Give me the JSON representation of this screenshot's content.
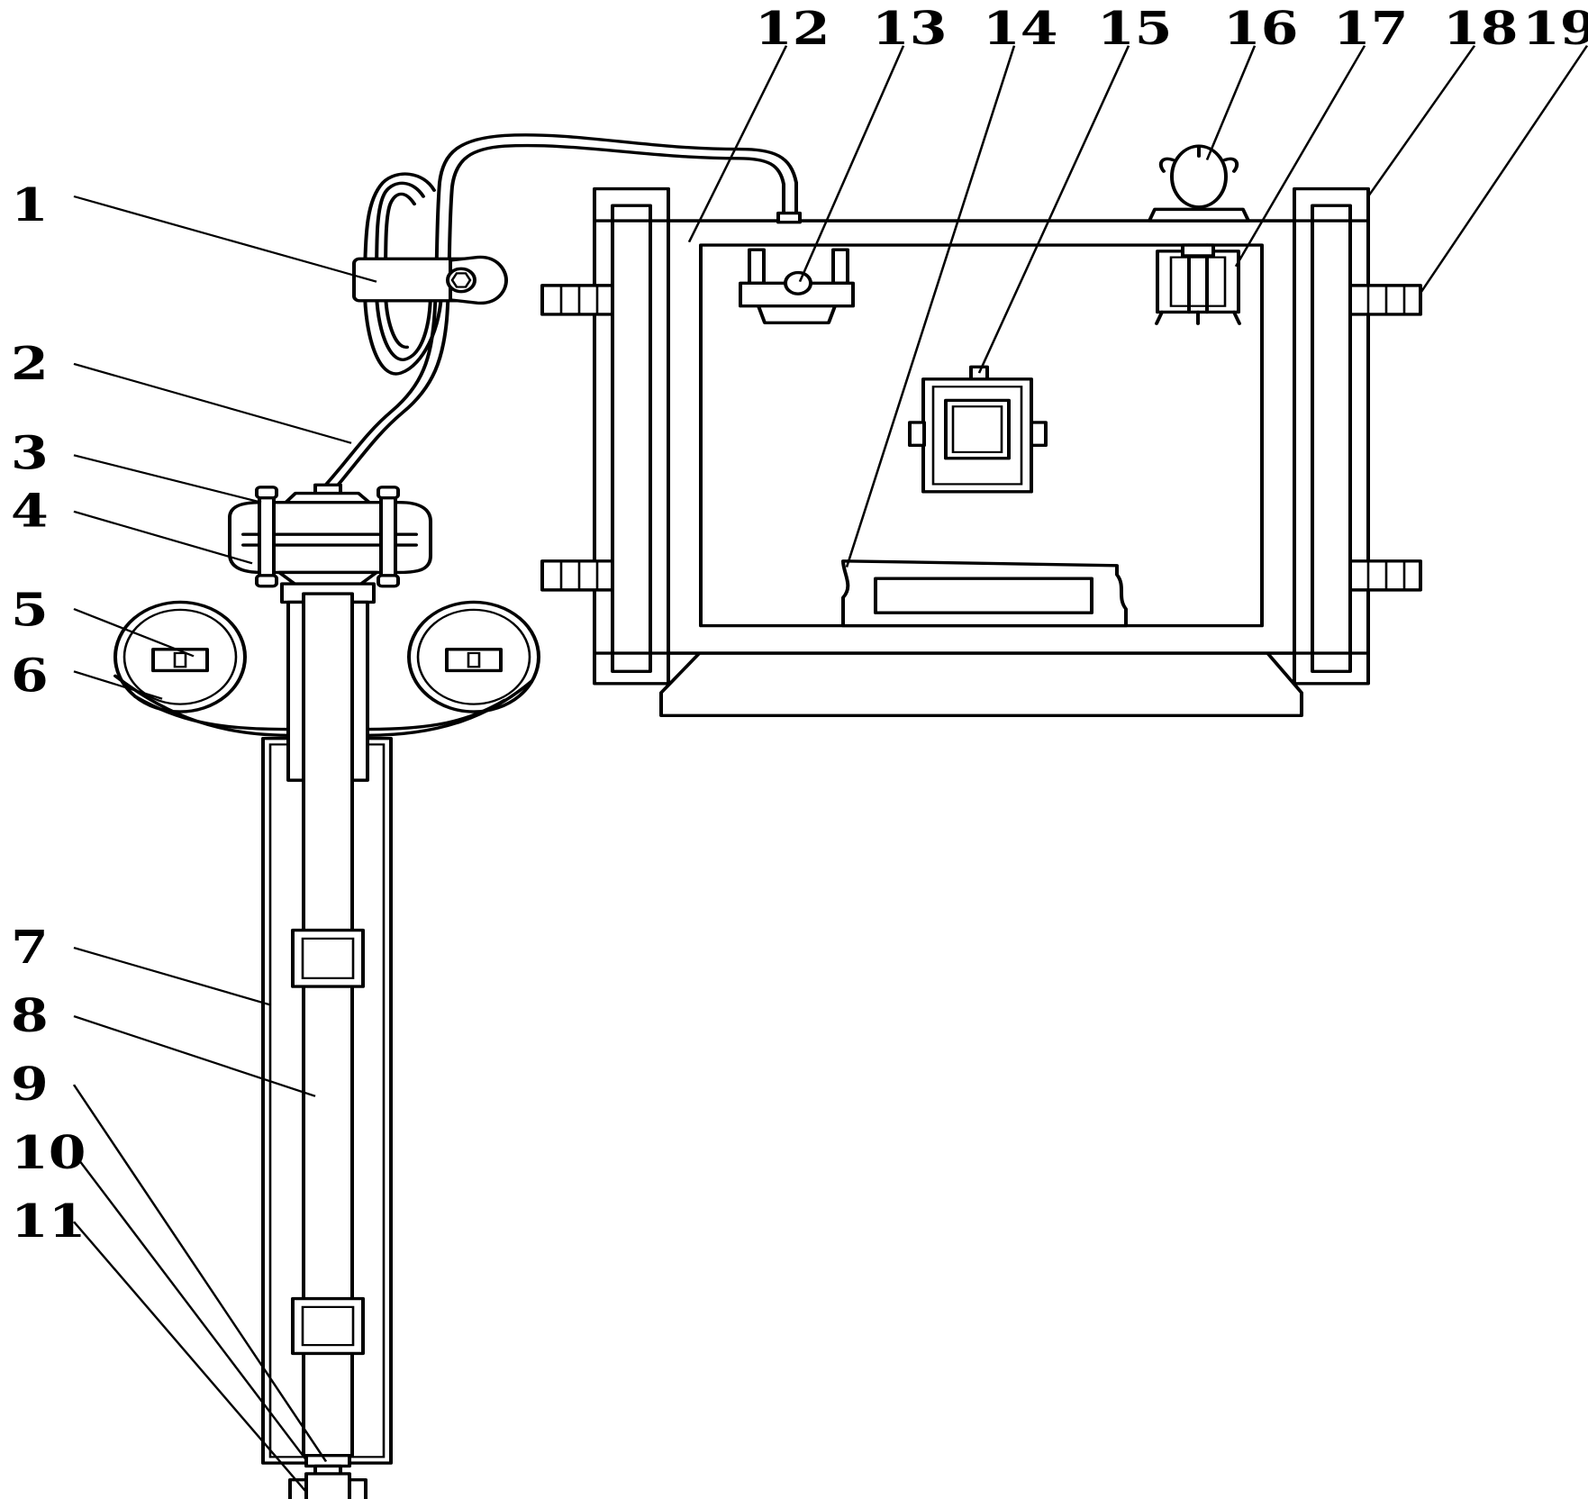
{
  "labels": [
    "1",
    "2",
    "3",
    "4",
    "5",
    "6",
    "7",
    "8",
    "9",
    "10",
    "11",
    "12",
    "13",
    "14",
    "15",
    "16",
    "17",
    "18",
    "19"
  ],
  "colors": {
    "line": "#000000",
    "background": "#ffffff"
  }
}
